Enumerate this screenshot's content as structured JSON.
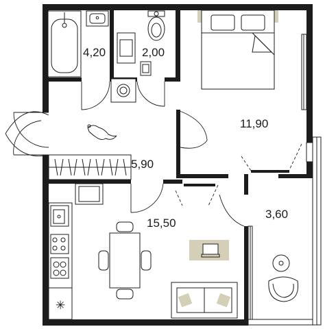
{
  "rooms": {
    "bathroom": {
      "area": "4,20"
    },
    "toilet": {
      "area": "2,00"
    },
    "bedroom": {
      "area": "11,90"
    },
    "hall": {
      "area": "5,90"
    },
    "kitchen_living": {
      "area": "15,50"
    },
    "balcony": {
      "area": "3,60"
    }
  },
  "icons": {
    "snowflake": "✳"
  },
  "colors": {
    "wall": "#1c1c1c",
    "accent": "#d6cfb8",
    "background": "#ffffff"
  }
}
